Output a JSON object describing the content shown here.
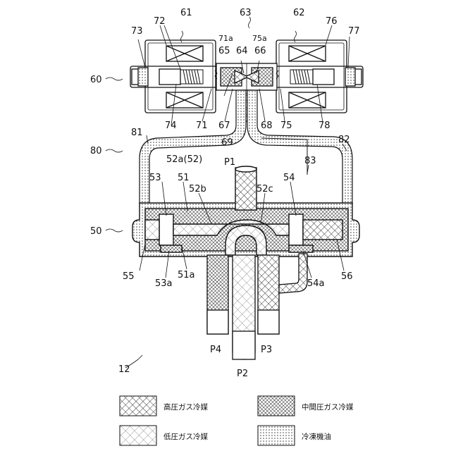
{
  "labels": {
    "l60": "60",
    "l61": "61",
    "l62": "62",
    "l63": "63",
    "l64": "64",
    "l65": "65",
    "l66": "66",
    "l67": "67",
    "l68": "68",
    "l69": "69",
    "l71": "71",
    "l71a": "71a",
    "l72": "72",
    "l73": "73",
    "l74": "74",
    "l75": "75",
    "l75a": "75a",
    "l76": "76",
    "l77": "77",
    "l78": "78",
    "l80": "80",
    "l81": "81",
    "l82": "82",
    "l83": "83",
    "l50": "50",
    "l51": "51",
    "l51a": "51a",
    "l52a": "52a(52)",
    "l52b": "52b",
    "l52c": "52c",
    "l53": "53",
    "l53a": "53a",
    "l54": "54",
    "l54a": "54a",
    "l55": "55",
    "l56": "56",
    "p1": "P1",
    "p2": "P2",
    "p3": "P3",
    "p4": "P4",
    "l12": "12"
  },
  "legend": {
    "high": "高圧ガス冷媒",
    "mid": "中間圧ガス冷媒",
    "low": "低圧ガス冷媒",
    "oil": "冷凍機油"
  }
}
